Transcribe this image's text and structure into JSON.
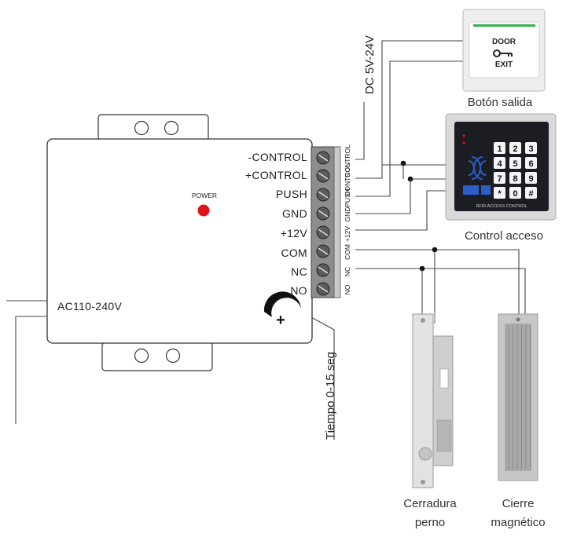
{
  "controller": {
    "terminals": [
      "-CONTROL",
      "+CONTROL",
      "PUSH",
      "GND",
      "+12V",
      "COM",
      "NC",
      "NO"
    ],
    "terminal_tags": [
      "CONTROL",
      "CONTROL",
      "PUSH",
      "GND",
      "+12V",
      "COM",
      "NC",
      "NO"
    ],
    "power_label": "POWER",
    "ac_label": "AC110-240V",
    "timer_label": "Tiempo 0-15 seg"
  },
  "dc_label": "DC 5V-24V",
  "exit_button": {
    "line1": "DOOR",
    "line2": "EXIT",
    "caption": "Botón salida"
  },
  "keypad": {
    "keys": [
      "1",
      "2",
      "3",
      "4",
      "5",
      "6",
      "7",
      "8",
      "9",
      "*",
      "0",
      "#"
    ],
    "footer": "RFID ACCESS CONTROL",
    "caption": "Control acceso"
  },
  "bolt_lock": {
    "caption_line1": "Cerradura",
    "caption_line2": "perno"
  },
  "mag_lock": {
    "caption_line1": "Cierre",
    "caption_line2": "magnético"
  },
  "colors": {
    "power_led": "#e0141b",
    "keypad_panel": "#1b1d22",
    "wire": "#444444"
  }
}
